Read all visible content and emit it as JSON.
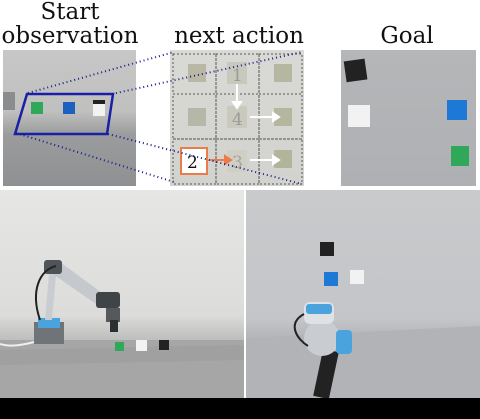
{
  "titles": {
    "start_line1": "Start",
    "start_line2": "observation",
    "next_action": "next action",
    "goal": "Goal"
  },
  "grid": {
    "highlight_number": "2",
    "faded_numbers": [
      "1",
      "4",
      "3"
    ]
  },
  "colors": {
    "selection_box": "#1a1fa8",
    "dotted_lines": "#1a1f8a",
    "highlight": "#ec7b4a",
    "arrow": "#ffffff",
    "cube_black": "#222222",
    "cube_white": "#f2f2f2",
    "cube_blue": "#1e78d6",
    "cube_green": "#2fa85a"
  }
}
